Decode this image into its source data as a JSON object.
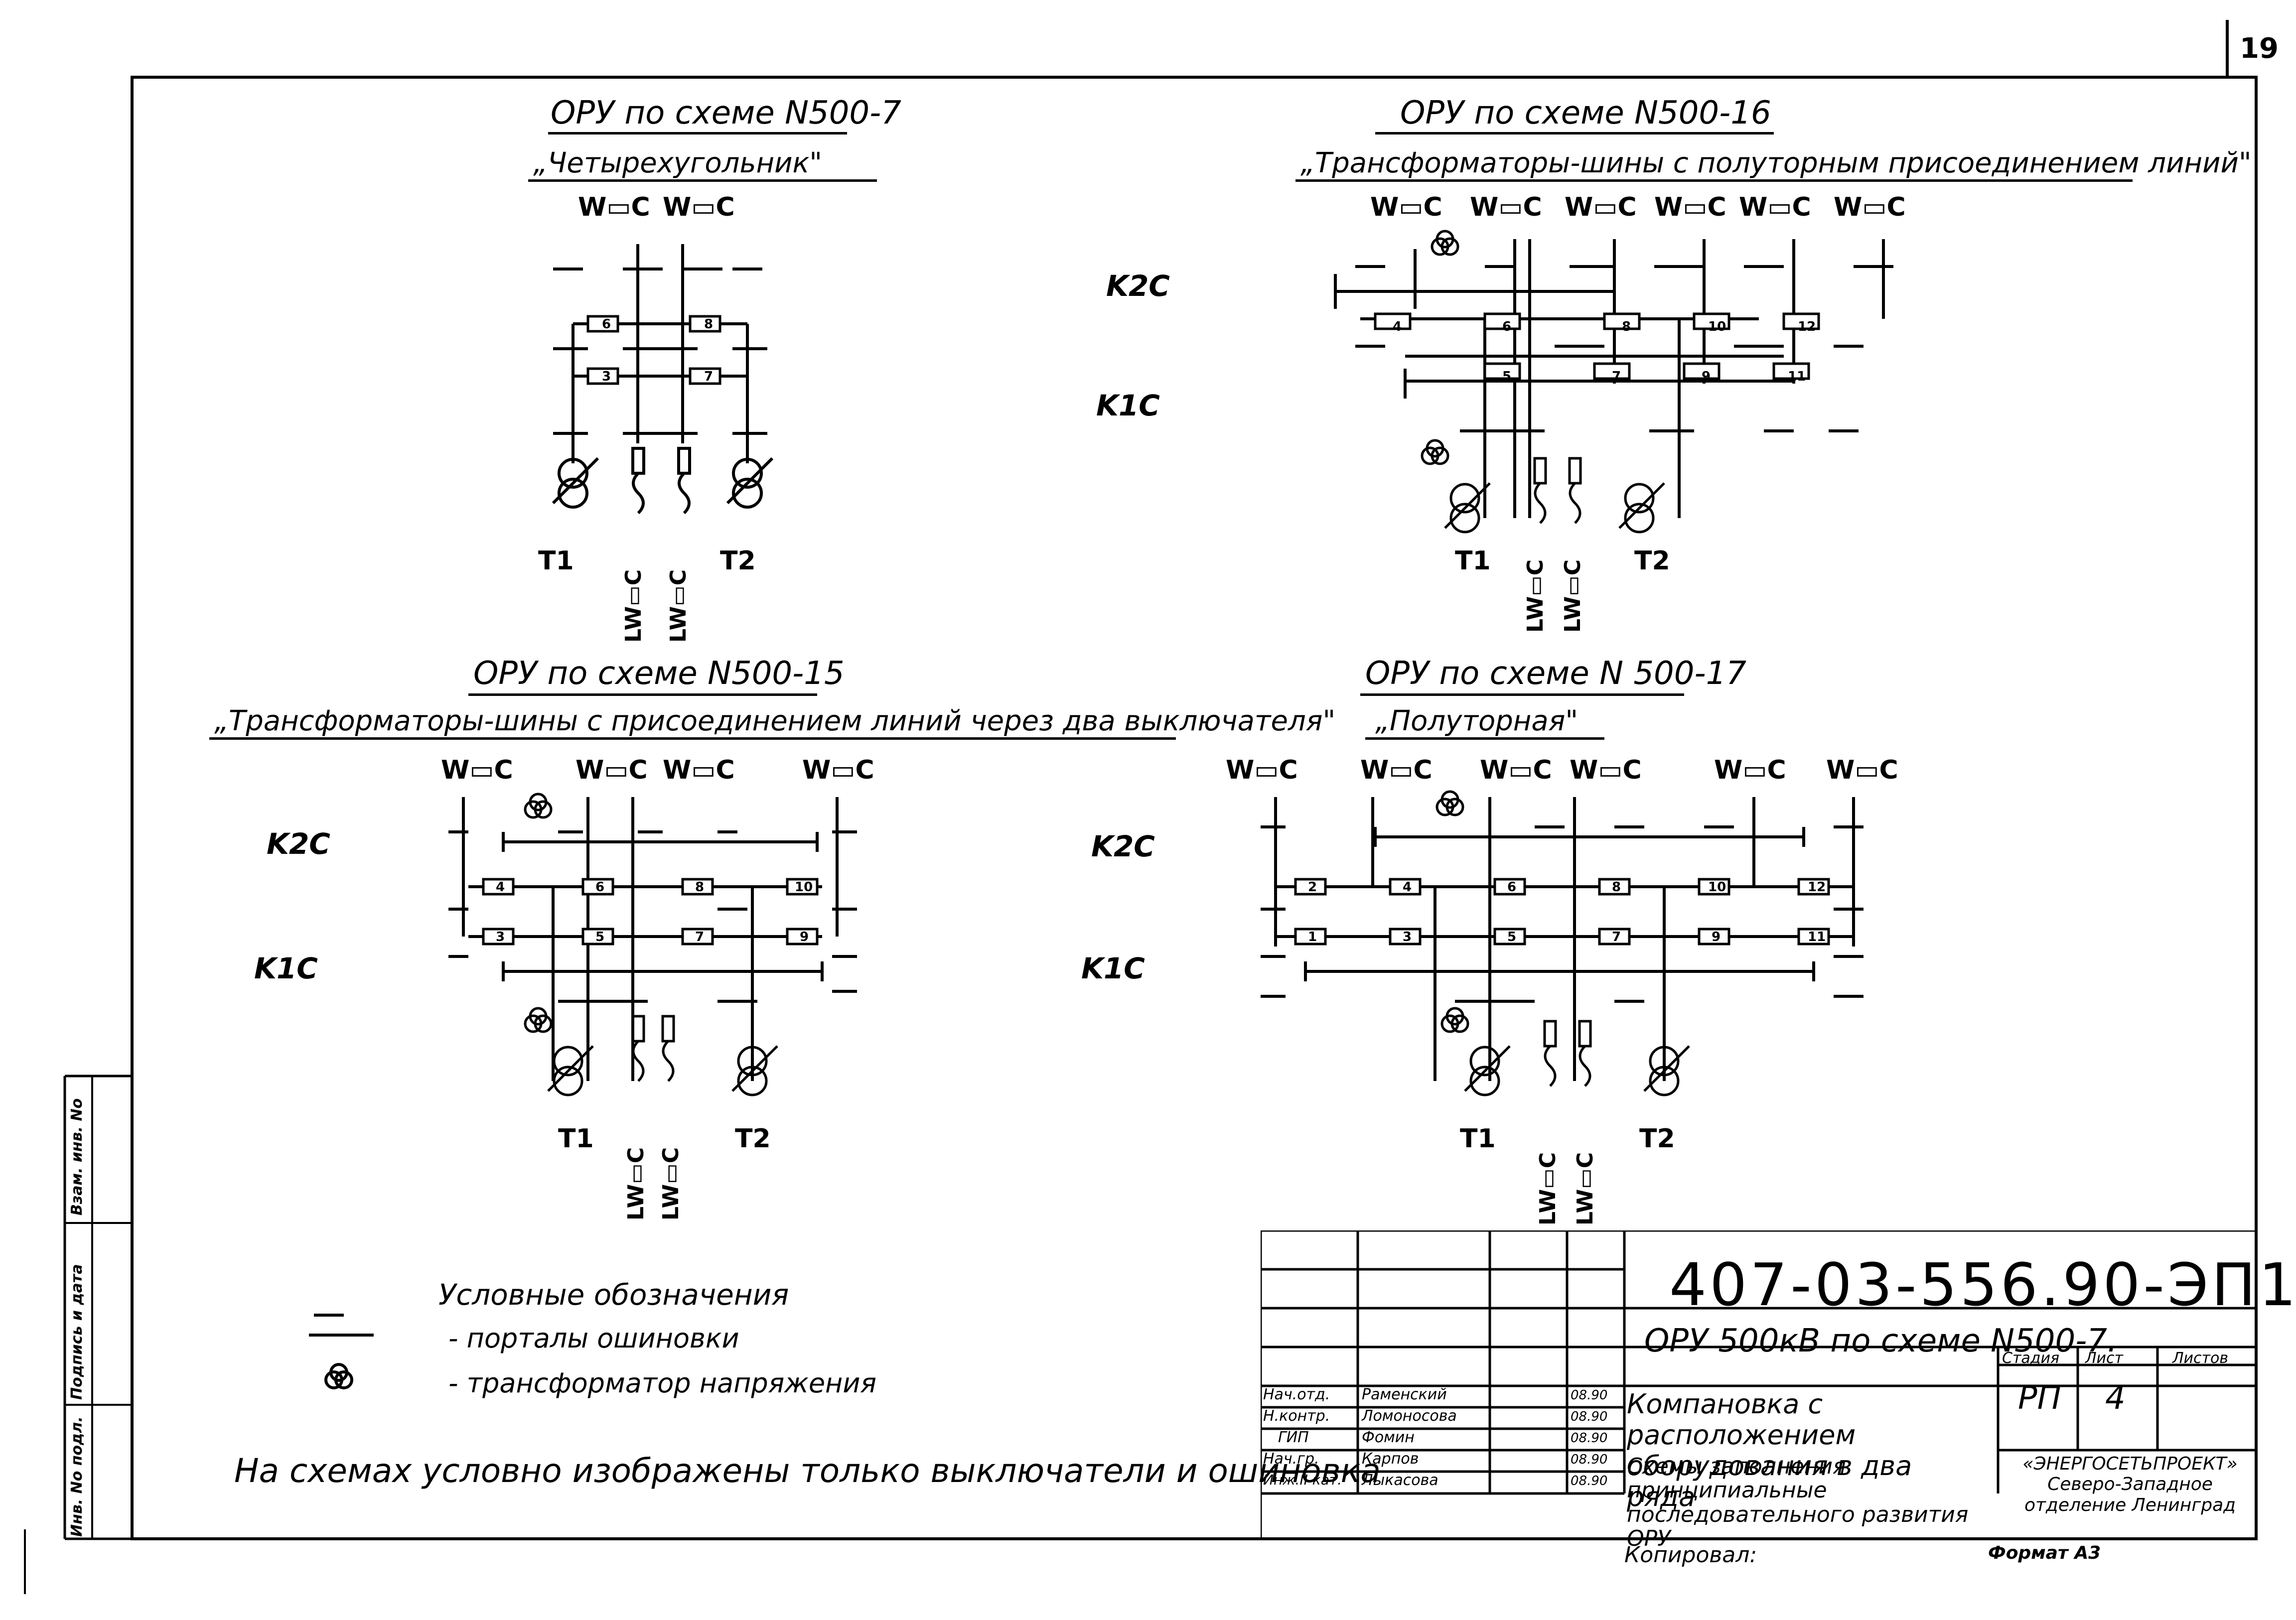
{
  "page_number": "19",
  "schemes": [
    {
      "title": "ОРУ по схеме N500-7",
      "subtitle": "„Четырехугольник\"",
      "lines_top": [
        "W▭C",
        "W▭C"
      ],
      "breakers": [
        "6",
        "8",
        "3",
        "7"
      ],
      "transformers": [
        "T1",
        "T2"
      ],
      "lines_bottom": [
        "LW▭C",
        "LW▭C"
      ]
    },
    {
      "title": "ОРУ по схеме N500-16",
      "subtitle": "„Трансформаторы-шины с полуторным присоединением линий\"",
      "lines_top": [
        "W▭C",
        "W▭C",
        "W▭C",
        "W▭C",
        "W▭C",
        "W▭C"
      ],
      "breakers": [
        "4",
        "6",
        "8",
        "10",
        "12",
        "5",
        "7",
        "9",
        "11"
      ],
      "transformers": [
        "T1",
        "T2"
      ],
      "lines_bottom": [
        "LW▭C",
        "LW▭C"
      ]
    },
    {
      "title": "ОРУ по схеме N500-15",
      "subtitle": "„Трансформаторы-шины с присоединением линий через два выключателя\"",
      "lines_top": [
        "W▭C",
        "W▭C",
        "W▭C",
        "W▭C"
      ],
      "breakers": [
        "4",
        "6",
        "8",
        "10",
        "3",
        "5",
        "7",
        "9"
      ],
      "transformers": [
        "T1",
        "T2"
      ],
      "lines_bottom": [
        "LW▭C",
        "LW▭C"
      ]
    },
    {
      "title": "ОРУ по схеме N 500-17",
      "subtitle": "„Полуторная\"",
      "lines_top": [
        "W▭C",
        "W▭C",
        "W▭C",
        "W▭C",
        "W▭C",
        "W▭C"
      ],
      "breakers": [
        "2",
        "4",
        "6",
        "8",
        "10",
        "12",
        "1",
        "3",
        "5",
        "7",
        "9",
        "11"
      ],
      "transformers": [
        "T1",
        "T2"
      ],
      "lines_bottom": [
        "LW▭C",
        "LW▭C"
      ]
    }
  ],
  "bus_labels": [
    "K2C",
    "K1C"
  ],
  "legend": {
    "title": "Условные обозначения",
    "items": [
      "- порталы ошиновки",
      "- трансформатор напряжения"
    ]
  },
  "note": "На схемах условно изображены только выключатели и ошиновка",
  "stamp": {
    "code": "407-03-556.90-ЭП1",
    "object": "ОРУ 500кВ по схеме N500-7.",
    "sheet_title": "Компановка с расположением оборудования в два ряда",
    "drawing_title": "Схемы заполнения принципиальные последовательного развития ОРУ",
    "headers": [
      "Стадия",
      "Лист",
      "Листов"
    ],
    "stage": "РП",
    "sheet": "4",
    "sheets": "",
    "organization": "«ЭНЕРГОСЕТЬПРОЕКТ» Северо-Западное отделение Ленинград",
    "signatures": [
      {
        "role": "Нач.отд.",
        "name": "Раменский",
        "date": "08.90"
      },
      {
        "role": "Н.контр.",
        "name": "Ломоносова",
        "date": "08.90"
      },
      {
        "role": "ГИП",
        "name": "Фомин",
        "date": "08.90"
      },
      {
        "role": "Нач.гр.",
        "name": "Карпов",
        "date": "08.90"
      },
      {
        "role": "Инж.II кат.",
        "name": "Лыкасова",
        "date": "08.90"
      }
    ],
    "copied": "Копировал:",
    "format": "Формат А3"
  },
  "side_stamp": [
    "Инв. No подл.",
    "Подпись и дата",
    "Взам. инв. No"
  ]
}
